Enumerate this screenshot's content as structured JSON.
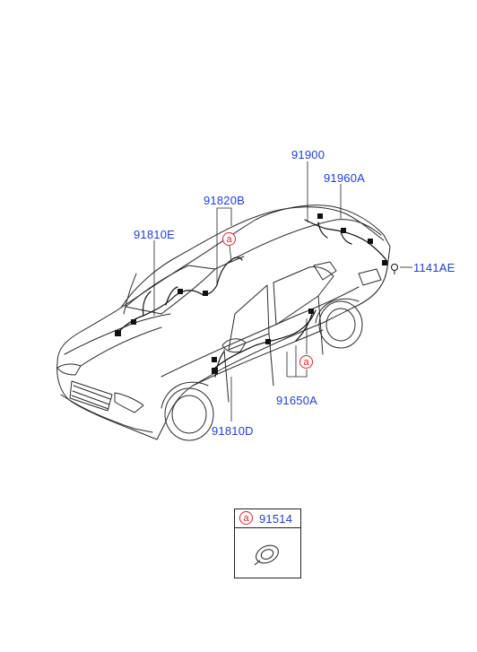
{
  "parts": {
    "p91900": "91900",
    "p91960A": "91960A",
    "p91820B": "91820B",
    "p91810E": "91810E",
    "p1141AE": "1141AE",
    "p91650A": "91650A",
    "p91810D": "91810D"
  },
  "ref_marker": "a",
  "legend": {
    "marker": "a",
    "part": "91514"
  },
  "colors": {
    "label": "#1c3fd6",
    "marker": "#e32222",
    "line": "#222222"
  }
}
